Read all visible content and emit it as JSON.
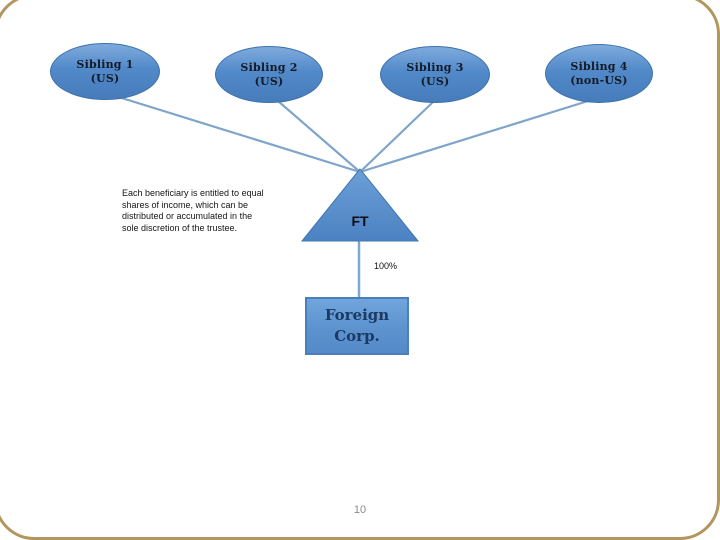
{
  "slide": {
    "page_number": "10"
  },
  "note": {
    "lines": [
      "Each beneficiary is entitled to equal",
      "shares of income, which can be",
      "distributed or accumulated in the",
      "sole discretion of the trustee."
    ]
  },
  "diagram": {
    "siblings": [
      {
        "name": "Sibling 1",
        "status": "(US)"
      },
      {
        "name": "Sibling 2",
        "status": "(US)"
      },
      {
        "name": "Sibling 3",
        "status": "(US)"
      },
      {
        "name": "Sibling 4",
        "status": "(non-US)"
      }
    ],
    "trust": {
      "label": "FT"
    },
    "ownership_label": "100%",
    "company": {
      "line1": "Foreign",
      "line2": "Corp."
    }
  },
  "colors": {
    "shape-fill": "#5189c9",
    "shape-fill-light": "#7fabdd",
    "shape-border": "#3e72ab",
    "connector": "#7fa5c9",
    "frame": "#b3955e",
    "label-dark": "#1b3a63",
    "page-number": "#8a8a8a"
  }
}
